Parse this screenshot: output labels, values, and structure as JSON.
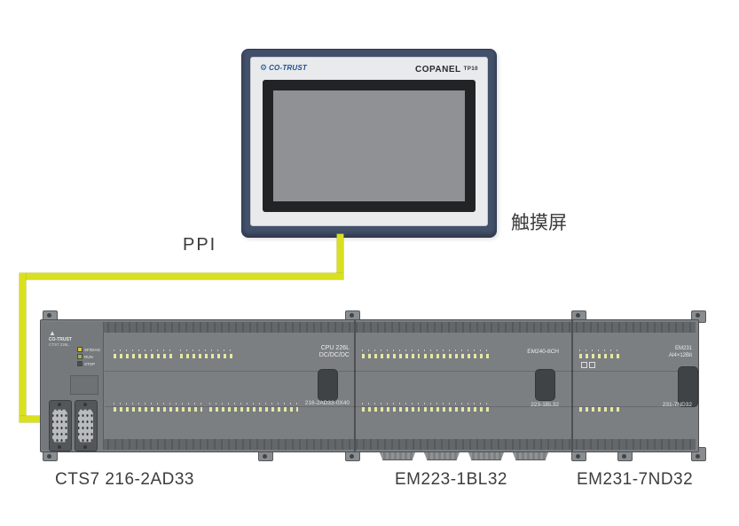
{
  "hmi": {
    "brand": "CO-TRUST",
    "model": "COPANEL",
    "model_suffix": "TP10",
    "callout": "触摸屏"
  },
  "connection": {
    "label": "PPI"
  },
  "plc": {
    "cpu": {
      "brand": "CO-TRUST",
      "series": "CTS7 226L",
      "status_leds": [
        "SF/DIAG",
        "RUN",
        "STOP"
      ],
      "face_line1": "CPU 226L",
      "face_line2": "DC/DC/DC",
      "part_no": "216-2AD33-0X40",
      "caption": "CTS7 216-2AD33"
    },
    "module2": {
      "face_text": "EM240-8CH",
      "part_no": "223-1BL32",
      "caption": "EM223-1BL32"
    },
    "module3": {
      "face_line1": "EM231",
      "face_line2": "AI4×12Bit",
      "part_no": "231-7ND32",
      "caption": "EM231-7ND32"
    }
  },
  "colors": {
    "cable": "#d9e021",
    "panel_frame": "#42506a",
    "screen": "#909194",
    "plc_body": "#7b7f82"
  }
}
